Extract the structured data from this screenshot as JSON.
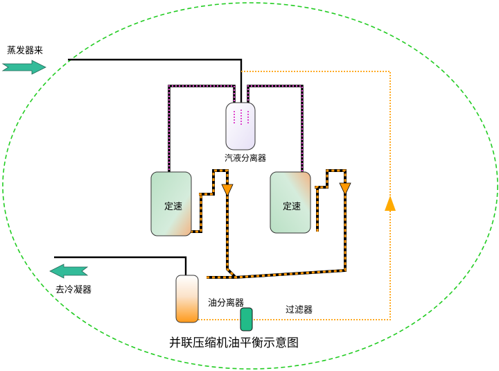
{
  "labels": {
    "evaporator_in": "蒸发器来",
    "to_condenser": "去冷凝器",
    "separator": "汽液分离器",
    "compressor_left": "定速",
    "compressor_right": "定速",
    "oil_separator": "油分离器",
    "filter": "过滤器",
    "title": "并联压缩机油平衡示意图"
  },
  "icons": {
    "evaporator_arrow": "arrow-right-icon",
    "condenser_arrow": "arrow-left-icon",
    "flow_arrows": "arrow-head-icon"
  },
  "colors": {
    "boundary": "#22cc22",
    "suction_line": "#000000",
    "suction_dots": "#dd44cc",
    "oil_line": "#ff9900",
    "oil_return": "#ffaa22",
    "arrow_fill": "#33bb99",
    "filter_fill": "#22bb88",
    "compressor_fill": "#c9e9d4",
    "oil_separator_fill": "#ff9a1a"
  }
}
